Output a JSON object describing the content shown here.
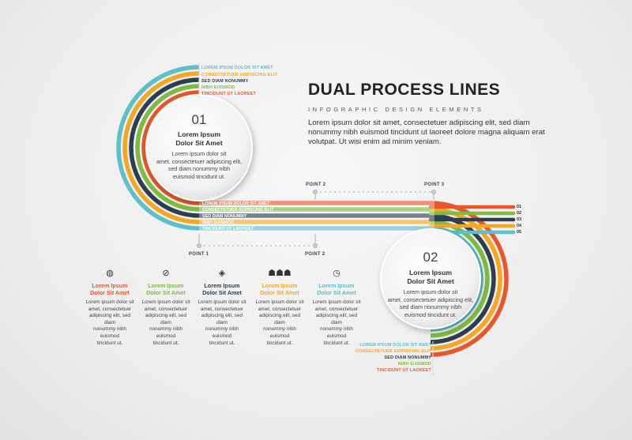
{
  "title": "DUAL PROCESS LINES",
  "subtitle": "INFOGRAPHIC DESIGN ELEMENTS",
  "description": "Lorem ipsum dolor sit amet, consectetuer adipiscing elit, sed diam nonummy nibh euismod tincidunt ut laoreet dolore magna aliquam erat volutpat. Ut wisi enim ad minim veniam.",
  "colors": {
    "teal": "#5bbfcc",
    "orange": "#f5a623",
    "navy": "#2c3e50",
    "green": "#7dbb42",
    "red": "#e8572b"
  },
  "circle1": {
    "number": "01",
    "heading_line1": "Lorem Ipsum",
    "heading_line2": "Dolor Sit Amet",
    "body_line1": "Lorem ipsum dolor sit",
    "body_line2": "amet, consectetuer adipiscing elit,",
    "body_line3": "sed diam nonummy nibh",
    "body_line4": "euismod tincidunt ut."
  },
  "circle2": {
    "number": "02",
    "heading_line1": "Lorem Ipsum",
    "heading_line2": "Dolor Sit Amet",
    "body_line1": "Lorem ipsum dolor sit",
    "body_line2": "amet, consectetuer adipiscing elit,",
    "body_line3": "sed diam nonummy nibh",
    "body_line4": "euismod tincidunt ut."
  },
  "line_labels": [
    {
      "text": "LOREM IPSUM DOLOR SIT AMET",
      "color": "#5bbfcc"
    },
    {
      "text": "CONSECTETUER ADIPISCING ELIT",
      "color": "#f5a623"
    },
    {
      "text": "SED DIAM NONUMMY",
      "color": "#2c3e50"
    },
    {
      "text": "NIBH EUISMOD",
      "color": "#7dbb42"
    },
    {
      "text": "TINCIDUNT UT LAOREET",
      "color": "#e8572b"
    }
  ],
  "bar_labels": [
    "LOREM IPSUM DOLOR SIT AMET",
    "CONSECTETUER ADIPISCING ELIT",
    "SED DIAM NONUMMY",
    "NIBH EUISMOD",
    "TINCIDUNT UT LAOREET"
  ],
  "bar_numbers": [
    "01",
    "02",
    "03",
    "04",
    "05"
  ],
  "points": {
    "top_point2": "POINT 2",
    "top_point3": "POINT 3",
    "bottom_point1": "POINT 1",
    "bottom_point2": "POINT 2"
  },
  "items": [
    {
      "icon": "globe-icon",
      "glyph": "◍",
      "heading_line1": "Lorem Ipsum",
      "heading_line2": "Dolor Sit Amet",
      "color": "#e8572b",
      "body": [
        "Lorem ipsum dolor sit",
        "amet, consectetuer",
        "adipiscing elit, sed diam",
        "nonummy nibh euismod",
        "tincidunt ut."
      ]
    },
    {
      "icon": "compass-icon",
      "glyph": "⊘",
      "heading_line1": "Lorem Ipsum",
      "heading_line2": "Dolor Sit Amet",
      "color": "#7dbb42",
      "body": [
        "Lorem ipsum dolor sit",
        "amet, consectetuer",
        "adipiscing elit, sed diam",
        "nonummy nibh euismod",
        "tincidunt ut."
      ]
    },
    {
      "icon": "shield-icon",
      "glyph": "◈",
      "heading_line1": "Lorem Ipsum",
      "heading_line2": "Dolor Sit Amet",
      "color": "#2c3e50",
      "body": [
        "Lorem ipsum dolor sit",
        "amet, consectetuer",
        "adipiscing elit, sed diam",
        "nonummy nibh euismod",
        "tincidunt ut."
      ]
    },
    {
      "icon": "team-icon",
      "glyph": "☗☗☗",
      "heading_line1": "Lorem Ipsum",
      "heading_line2": "Dolor Sit Amet",
      "color": "#f5a623",
      "body": [
        "Lorem ipsum dolor sit",
        "amet, consectetuer",
        "adipiscing elit, sed diam",
        "nonummy nibh euismod",
        "tincidunt ut."
      ]
    },
    {
      "icon": "clock-icon",
      "glyph": "◷",
      "heading_line1": "Lorem Ipsum",
      "heading_line2": "Dolor Sit Amet",
      "color": "#5bbfcc",
      "body": [
        "Lorem ipsum dolor sit",
        "amet, consectetuer",
        "adipiscing elit, sed diam",
        "nonummy nibh euismod",
        "tincidunt ut."
      ]
    }
  ]
}
